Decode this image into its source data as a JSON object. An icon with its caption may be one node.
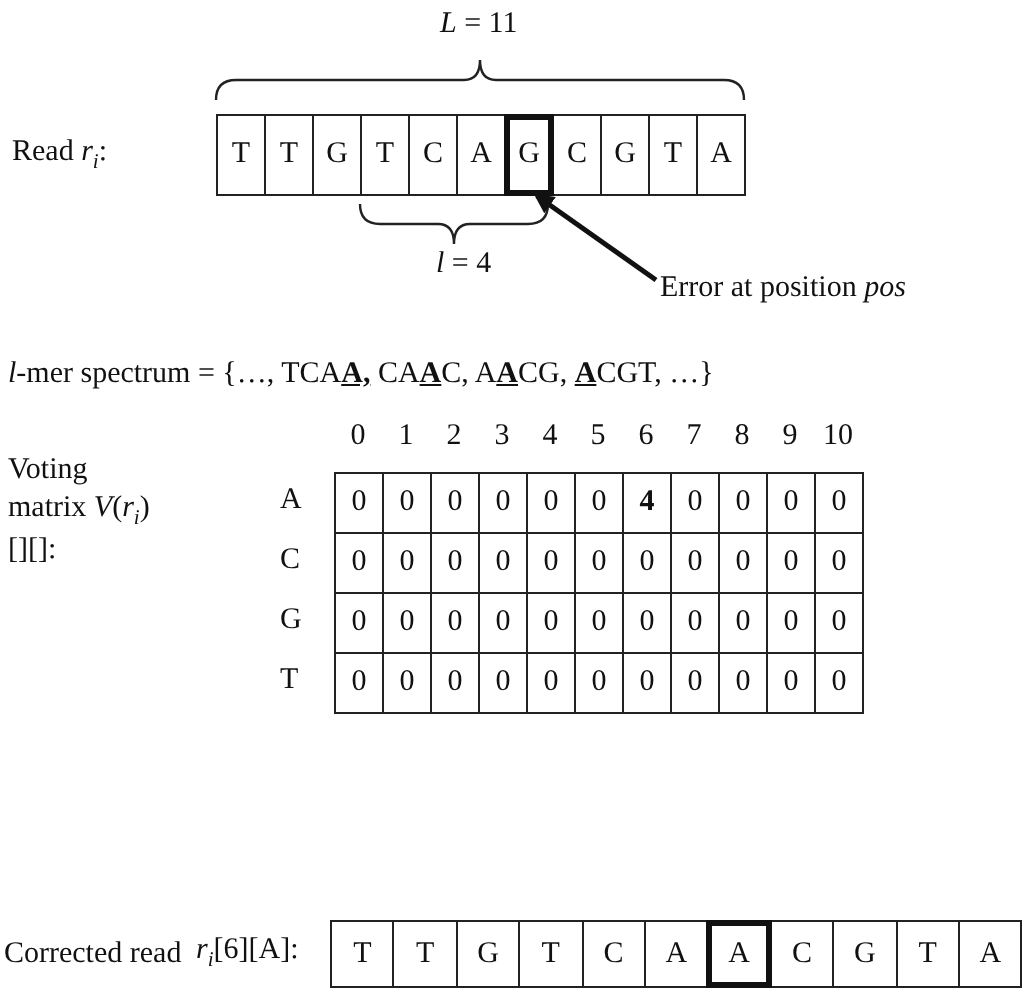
{
  "diagram": {
    "nodes": [
      {
        "text": [
          "T"
        ]
      },
      {
        "text": [
          "T"
        ]
      },
      {
        "text": [
          "G"
        ]
      },
      {
        "text": [
          "T"
        ]
      },
      {
        "text": [
          "C"
        ]
      },
      {
        "text": [
          "A"
        ]
      },
      {
        "text": [
          "G"
        ]
      },
      {
        "text": [
          "C"
        ]
      },
      {
        "text": [
          "G"
        ]
      },
      {
        "text": [
          "T"
        ]
      },
      {
        "text": [
          "A"
        ]
      },
      {
        "text": [
          "Error at position *pos*"
        ]
      }
    ],
    "edges": [
      {
        "from": 11,
        "to": 6,
        "arrow": "to"
      }
    ],
    "labels": [
      "*L* = 11",
      "Read *r*$_{i}$:",
      "*l* = 4",
      "*l*-mer spectrum = {…, TCA**A,** CA**A**C, A**A**CG, **A**CGT, …}",
      "Voting matrix *V*(*r*$_{i}$)[][]:",
      "0",
      "1",
      "2",
      "3",
      "4",
      "5",
      "6",
      "7",
      "8",
      "9",
      "10",
      "A",
      "0",
      "0",
      "0",
      "0",
      "0",
      "0",
      "4",
      "0",
      "0",
      "0",
      "0",
      "C",
      "0",
      "0",
      "0",
      "0",
      "0",
      "0",
      "0",
      "0",
      "0",
      "0",
      "0",
      "G",
      "0",
      "0",
      "0",
      "0",
      "0",
      "0",
      "0",
      "0",
      "0",
      "0",
      "0",
      "T",
      "0",
      "0",
      "0",
      "0",
      "0",
      "0",
      "0",
      "0",
      "0",
      "0",
      "0",
      "Corrected read",
      "*r*$_{i}$[6][A]:",
      "T",
      "T",
      "G",
      "T",
      "C",
      "A",
      "A",
      "C",
      "G",
      "T",
      "A"
    ]
  }
}
